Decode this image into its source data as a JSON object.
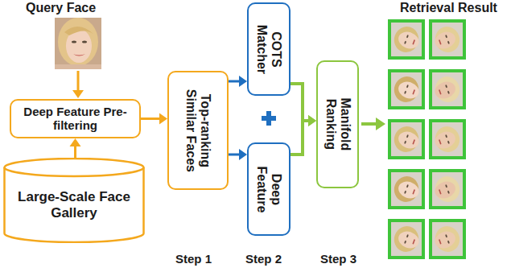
{
  "diagram": {
    "nodes": [
      {
        "text": [
          "Deep Feature Pre-filtering"
        ]
      },
      {
        "text": [
          "Large-Scale Face Gallery"
        ]
      },
      {
        "text": [
          "Top-ranking Similar Faces"
        ]
      },
      {
        "text": [
          "COTS Matcher"
        ]
      },
      {
        "text": [
          "Deep Feature"
        ]
      },
      {
        "text": [
          "Manifold Ranking"
        ]
      }
    ],
    "edges": [
      {
        "from": 1,
        "to": 0,
        "arrow": "to"
      },
      {
        "from": 0,
        "to": 2,
        "arrow": "to"
      },
      {
        "from": 2,
        "to": 3,
        "arrow": "to"
      },
      {
        "from": 2,
        "to": 4,
        "arrow": "to"
      },
      {
        "from": 3,
        "to": 5,
        "arrow": "to"
      },
      {
        "from": 4,
        "to": 5,
        "arrow": "to"
      }
    ],
    "labels": [
      "Query Face",
      "Retrieval Result",
      "Step 1",
      "Step 2",
      "Step 3"
    ]
  }
}
